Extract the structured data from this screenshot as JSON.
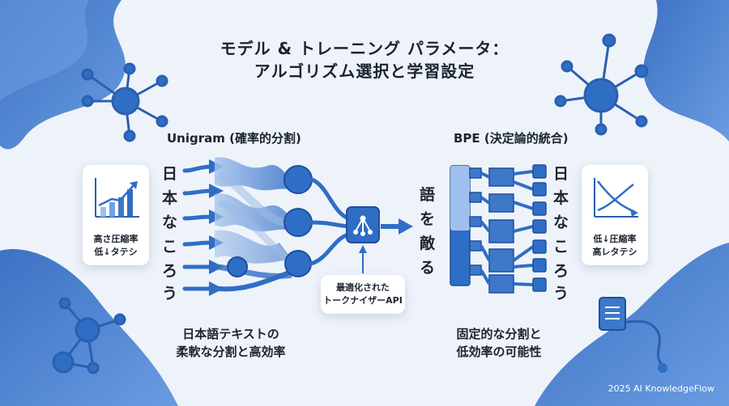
{
  "title": {
    "line1": "モデル & トレーニング パラメータ：",
    "line2": "アルゴリズム選択と学習設定"
  },
  "left_section": {
    "heading": "Unigram (確率的分割)",
    "chars": [
      "日",
      "本",
      "な",
      "こ",
      "ろ",
      "う"
    ],
    "caption_line1": "日本語テキストの",
    "caption_line2": "柔軟な分割と高効率"
  },
  "left_card": {
    "line1": "高さ圧縮率",
    "line2": "低↓タテシ"
  },
  "center_api": {
    "line1": "最適化された",
    "line2": "トークナイザーAPI",
    "icon": "network-node-icon"
  },
  "right_section": {
    "heading": "BPE (決定論的統合)",
    "input_chars": [
      "語",
      "を",
      "敵",
      "る"
    ],
    "output_chars": [
      "日",
      "本",
      "な",
      "こ",
      "ろ",
      "う"
    ],
    "caption_line1": "固定的な分割と",
    "caption_line2": "低効率の可能性"
  },
  "right_card": {
    "line1": "低↓圧縮率",
    "line2": "高レタテシ"
  },
  "footer": "2025 AI KnowledgeFlow",
  "colors": {
    "primary": "#2f6ec5",
    "light": "#a9c6ee",
    "dark": "#1f4f9e",
    "background": "#eef3fa"
  }
}
